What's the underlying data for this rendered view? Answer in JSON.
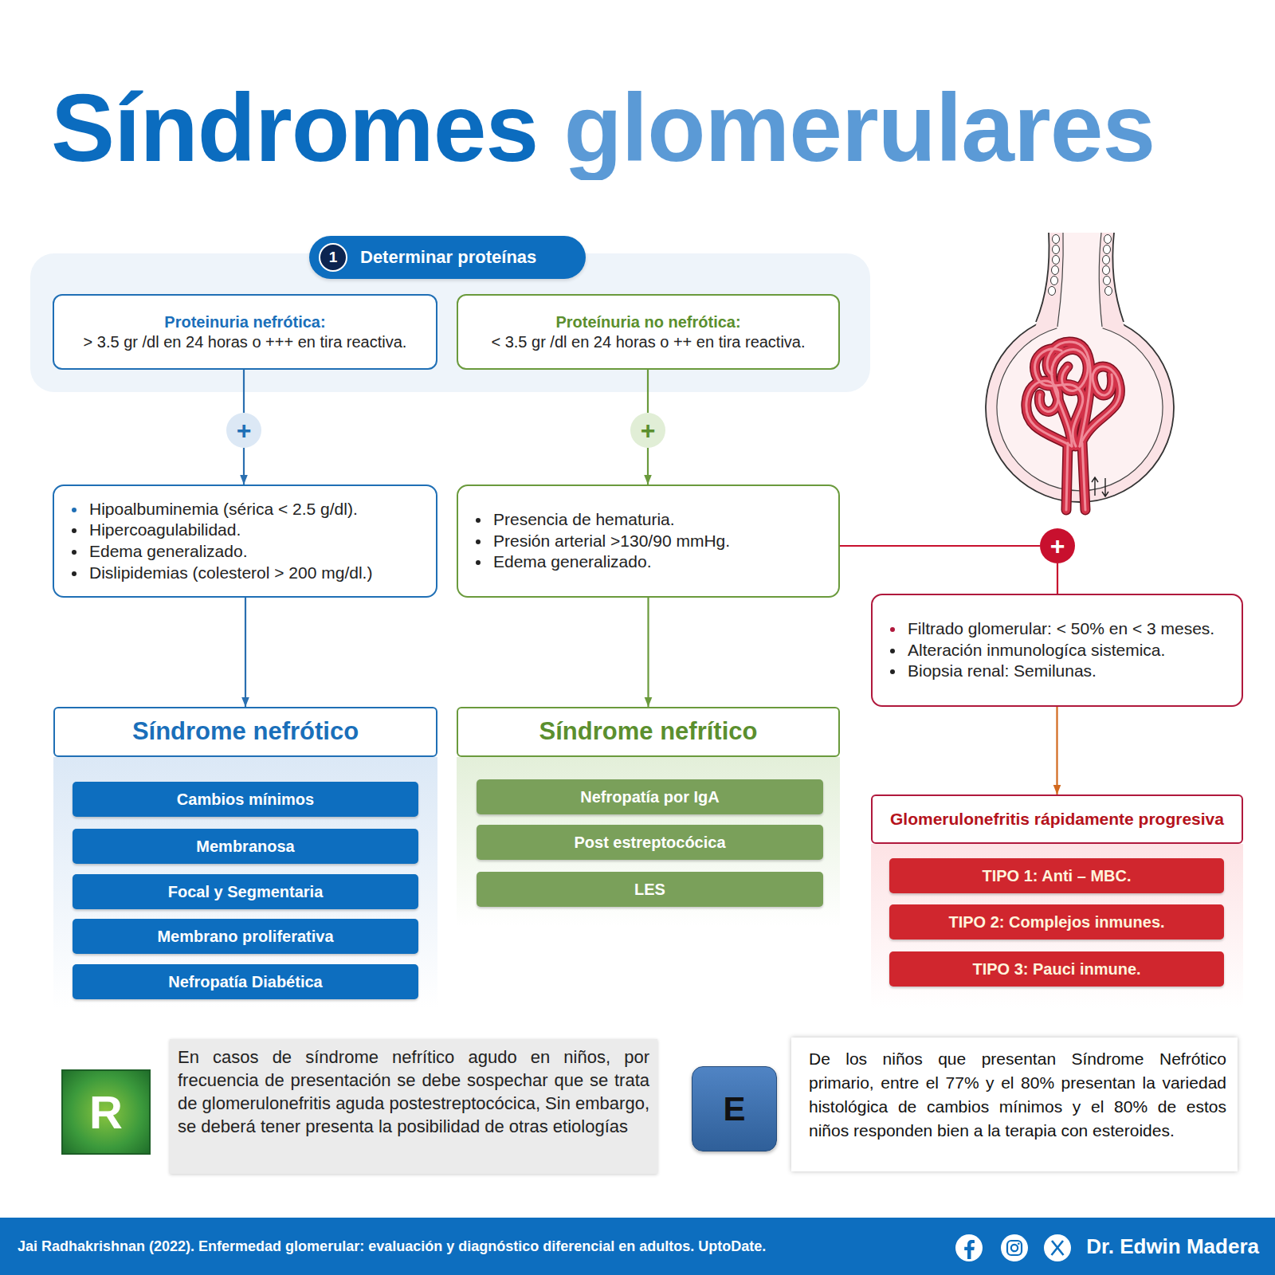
{
  "diagram": {
    "title": "Síndromes glomerulares",
    "nodes": [
      {
        "text": [
          "1",
          "Determinar proteínas"
        ]
      },
      {
        "text": [
          "Proteinuria nefrótica:",
          "> 3.5 gr /dl en 24 horas o +++ en tira reactiva."
        ]
      },
      {
        "text": [
          "Proteínuria no nefrótica:",
          "< 3.5 gr /dl en 24 horas o ++ en tira reactiva."
        ]
      },
      {
        "text": [
          "+"
        ]
      },
      {
        "text": [
          "+"
        ]
      },
      {
        "text": [
          "Hipoalbuminemia (sérica < 2.5 g/dl).",
          "Hipercoagulabilidad.",
          "Edema generalizado.",
          "Dislipidemias (colesterol > 200 mg/dl.)"
        ]
      },
      {
        "text": [
          "Presencia de hematuria.",
          "Presión arterial >130/90 mmHg.",
          "Edema generalizado."
        ]
      },
      {
        "text": [
          "+"
        ]
      },
      {
        "text": [
          "Filtrado glomerular: < 50% en < 3 meses.",
          "Alteración inmunologíca sistemica.",
          "Biopsia renal: Semilunas."
        ]
      },
      {
        "text": [
          "Síndrome nefrótico"
        ]
      },
      {
        "text": [
          "Cambios mínimos"
        ],
        "in": 9
      },
      {
        "text": [
          "Membranosa"
        ],
        "in": 9
      },
      {
        "text": [
          "Focal y Segmentaria"
        ],
        "in": 9
      },
      {
        "text": [
          "Membrano proliferativa"
        ],
        "in": 9
      },
      {
        "text": [
          "Nefropatía Diabética"
        ],
        "in": 9
      },
      {
        "text": [
          "Síndrome nefrítico"
        ]
      },
      {
        "text": [
          "Nefropatía por IgA"
        ],
        "in": 15
      },
      {
        "text": [
          "Post estreptocócica"
        ],
        "in": 15
      },
      {
        "text": [
          "LES"
        ],
        "in": 15
      },
      {
        "text": [
          "Glomerulonefritis rápidamente progresiva"
        ]
      },
      {
        "text": [
          "TIPO 1: Anti – MBC."
        ],
        "in": 19
      },
      {
        "text": [
          "TIPO 2: Complejos inmunes."
        ],
        "in": 19
      },
      {
        "text": [
          "TIPO 3: Pauci inmune."
        ],
        "in": 19
      },
      {
        "text": [
          "R"
        ]
      },
      {
        "text": [
          "En casos de síndrome nefrítico agudo en niños, por frecuencia de presentación se debe sospechar que se trata de glomerulonefritis aguda postestreptocócica, Sin embargo, se deberá tener presenta la posibilidad de otras etiologías"
        ]
      },
      {
        "text": [
          "E"
        ]
      },
      {
        "text": [
          "De los niños que presentan Síndrome Nefrótico primario, entre el 77% y el 80% presentan la variedad histológica de cambios mínimos y el 80% de estos niños responden bien a la terapia con esteroides."
        ]
      },
      {
        "text": [
          "Jai Radhakrishnan (2022). Enfermedad glomerular: evaluación y diagnóstico diferencial en adultos. UptoDate.",
          "Dr. Edwin Madera"
        ]
      }
    ],
    "edges": [
      {
        "from": 1,
        "to": 3,
        "arrow": "none"
      },
      {
        "from": 3,
        "to": 5,
        "arrow": "to"
      },
      {
        "from": 2,
        "to": 4,
        "arrow": "none"
      },
      {
        "from": 4,
        "to": 6,
        "arrow": "to"
      },
      {
        "from": 5,
        "to": 9,
        "arrow": "to"
      },
      {
        "from": 6,
        "to": 15,
        "arrow": "to"
      },
      {
        "from": 6,
        "to": 7,
        "arrow": "none"
      },
      {
        "from": 7,
        "to": 8,
        "arrow": "none"
      },
      {
        "from": 8,
        "to": 19,
        "arrow": "to"
      }
    ]
  }
}
